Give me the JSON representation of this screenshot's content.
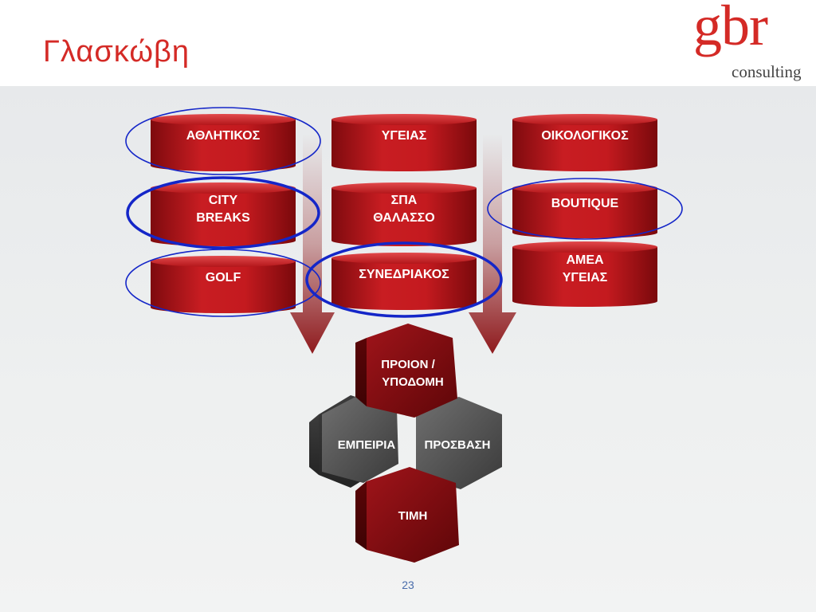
{
  "slide": {
    "title": "Γλασκώβη",
    "page_number": "23"
  },
  "logo": {
    "wordmark": "gbr",
    "subtitle": "consulting"
  },
  "segments": [
    {
      "id": "athletic",
      "lines": [
        "ΑΘΛΗΤΙΚΟΣ"
      ],
      "highlighted": true
    },
    {
      "id": "health",
      "lines": [
        "ΥΓΕΙΑΣ"
      ],
      "highlighted": false
    },
    {
      "id": "eco",
      "lines": [
        "ΟΙΚΟΛΟΓΙΚΟΣ"
      ],
      "highlighted": false
    },
    {
      "id": "city-breaks",
      "lines": [
        "CITY",
        "BREAKS"
      ],
      "highlighted": true
    },
    {
      "id": "spa",
      "lines": [
        "ΣΠΑ",
        "ΘΑΛΑΣΣΟ"
      ],
      "highlighted": false
    },
    {
      "id": "boutique",
      "lines": [
        "BOUTIQUE"
      ],
      "highlighted": true
    },
    {
      "id": "golf",
      "lines": [
        "GOLF"
      ],
      "highlighted": true
    },
    {
      "id": "conference",
      "lines": [
        "ΣΥΝΕΔΡΙΑΚΟΣ"
      ],
      "highlighted": true
    },
    {
      "id": "amea",
      "lines": [
        "ΑΜΕΑ",
        "ΥΓΕΙΑΣ"
      ],
      "highlighted": false
    }
  ],
  "hexagons": {
    "top": [
      "ΠΡΟΙΟΝ /",
      "ΥΠΟΔΟΜΗ"
    ],
    "left": "ΕΜΠΕΙΡΙΑ",
    "right": "ΠΡΟΣΒΑΣΗ",
    "bottom": "ΤΙΜΗ"
  },
  "colors": {
    "title": "#d42a26",
    "cylinder": "#b3161a",
    "cylinder_dark": "#7a0a0d",
    "highlight_ring": "#1426c8",
    "hex_red": "#8a0f12",
    "hex_gray": "#555555",
    "page_number": "#4a6dab"
  }
}
